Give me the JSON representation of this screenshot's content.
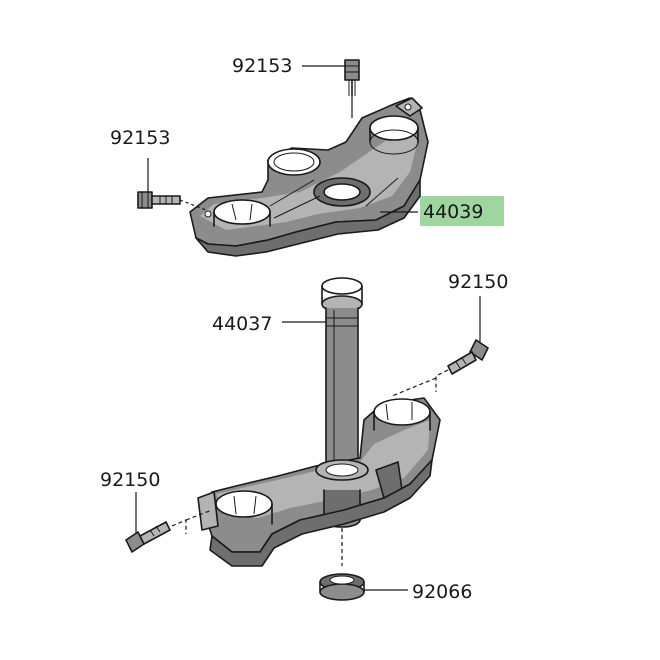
{
  "diagram": {
    "highlight_color": "#9fd6a0",
    "line_color": "#1a1a1a",
    "part_fill_color": "#8c8c8c",
    "callouts": {
      "top_bolt_center": "92153",
      "top_bolt_left": "92153",
      "upper_clamp": "44039",
      "stem": "44037",
      "lower_bolt_right": "92150",
      "lower_bolt_left": "92150",
      "seal": "92066"
    }
  }
}
